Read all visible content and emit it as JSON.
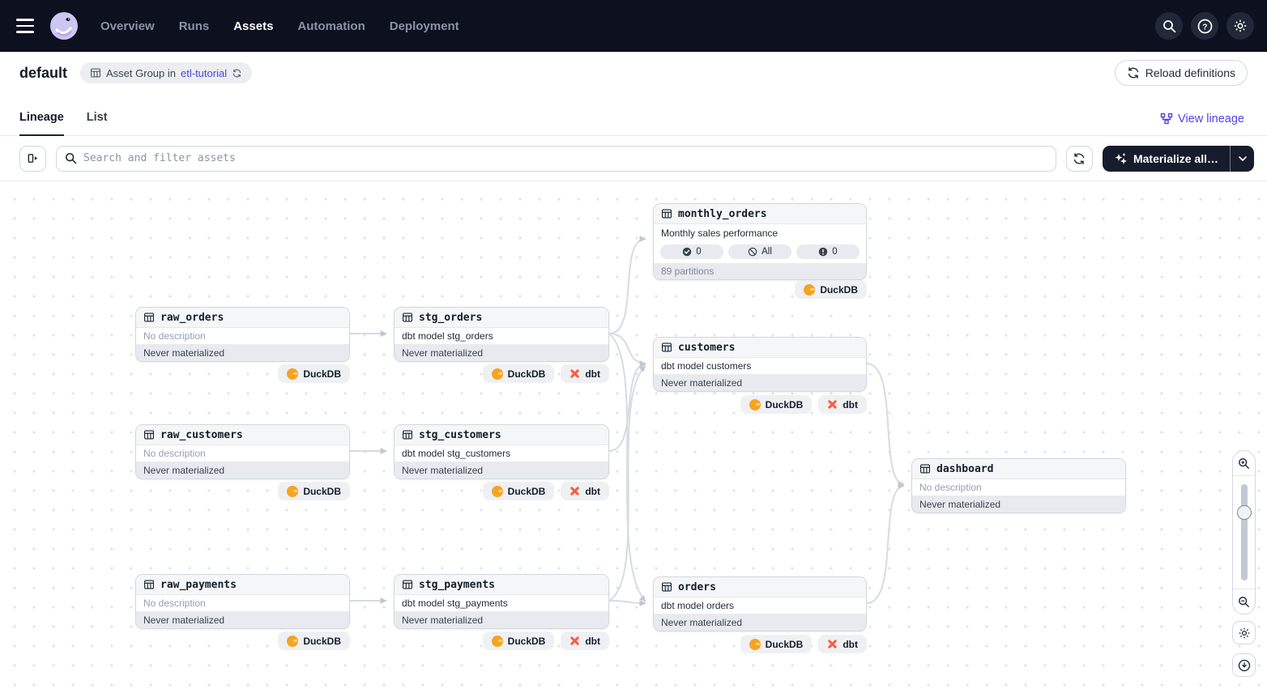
{
  "nav": {
    "menu_items": [
      {
        "label": "Overview",
        "active": false
      },
      {
        "label": "Runs",
        "active": false
      },
      {
        "label": "Assets",
        "active": true
      },
      {
        "label": "Automation",
        "active": false
      },
      {
        "label": "Deployment",
        "active": false
      }
    ],
    "icons": [
      "search-icon",
      "help-icon",
      "settings-icon"
    ]
  },
  "header": {
    "title": "default",
    "group_badge": {
      "text": "Asset Group in",
      "link": "etl-tutorial"
    },
    "reload_button": "Reload definitions"
  },
  "tabs": {
    "lineage": "Lineage",
    "list": "List",
    "view_lineage": "View lineage"
  },
  "toolbar": {
    "search_placeholder": "Search and filter assets",
    "materialize_button": "Materialize all…"
  },
  "graph": {
    "nodes": [
      {
        "title": "monthly_orders",
        "description": "Monthly sales performance",
        "pills": {
          "materialized": "0",
          "missing": "All",
          "failed": "0"
        },
        "footer": "89 partitions",
        "badges": [
          "DuckDB"
        ]
      },
      {
        "title": "raw_orders",
        "description": "No description",
        "footer": "Never materialized",
        "badges": [
          "DuckDB"
        ]
      },
      {
        "title": "stg_orders",
        "description": "dbt model stg_orders",
        "footer": "Never materialized",
        "badges": [
          "DuckDB",
          "dbt"
        ]
      },
      {
        "title": "customers",
        "description": "dbt model customers",
        "footer": "Never materialized",
        "badges": [
          "DuckDB",
          "dbt"
        ]
      },
      {
        "title": "raw_customers",
        "description": "No description",
        "footer": "Never materialized",
        "badges": [
          "DuckDB"
        ]
      },
      {
        "title": "stg_customers",
        "description": "dbt model stg_customers",
        "footer": "Never materialized",
        "badges": [
          "DuckDB",
          "dbt"
        ]
      },
      {
        "title": "dashboard",
        "description": "No description",
        "footer": "Never materialized",
        "badges": []
      },
      {
        "title": "raw_payments",
        "description": "No description",
        "footer": "Never materialized",
        "badges": [
          "DuckDB"
        ]
      },
      {
        "title": "stg_payments",
        "description": "dbt model stg_payments",
        "footer": "Never materialized",
        "badges": [
          "DuckDB",
          "dbt"
        ]
      },
      {
        "title": "orders",
        "description": "dbt model orders",
        "footer": "Never materialized",
        "badges": [
          "DuckDB",
          "dbt"
        ]
      }
    ],
    "colors": {
      "edge": "#d7dbe2",
      "duckdb": "#f5a422",
      "dbt": "#fb5b3d",
      "accent": "#4f43dd"
    }
  }
}
